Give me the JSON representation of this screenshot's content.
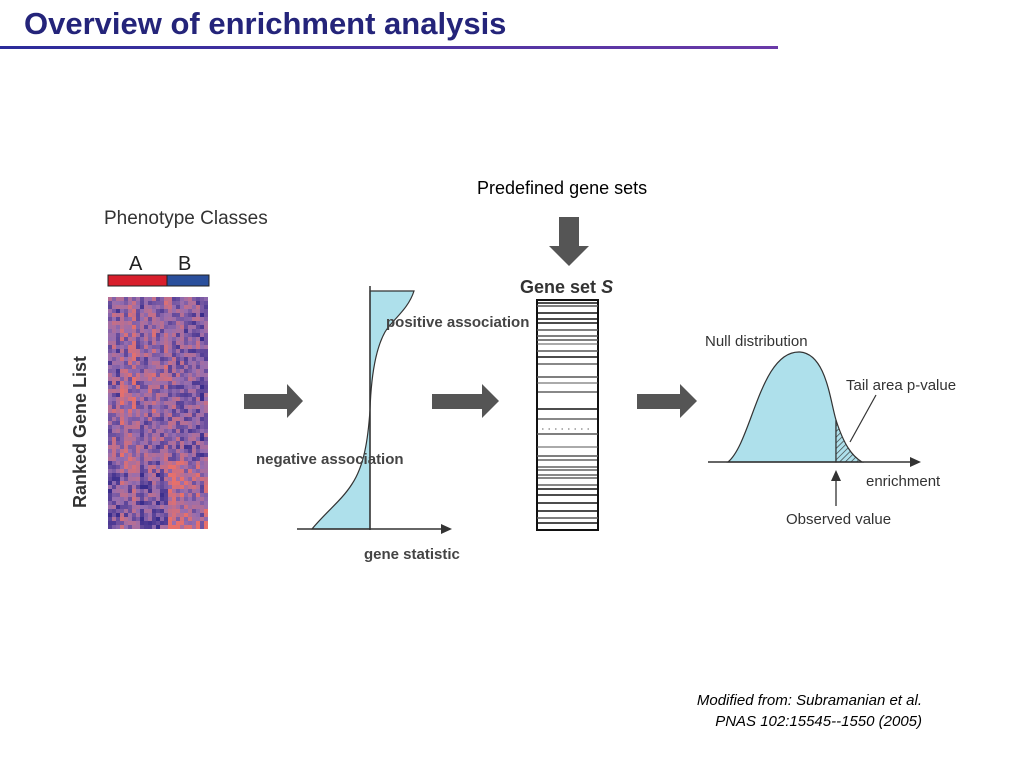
{
  "slide": {
    "title": "Overview of enrichment analysis",
    "predefined_label": "Predefined gene sets",
    "phenotype_label": "Phenotype Classes",
    "class_a_label": "A",
    "class_b_label": "B",
    "ranked_list_label": "Ranked Gene List",
    "positive_association_label": "positive association",
    "negative_association_label": "negative association",
    "gene_statistic_label": "gene statistic",
    "gene_set_label": "Gene set",
    "gene_set_symbol": "S",
    "null_distribution_label": "Null distribution",
    "tail_area_label": "Tail area p-value",
    "enrichment_label": "enrichment",
    "observed_value_label": "Observed value",
    "citation_line1": "Modified from: Subramanian et al.",
    "citation_line2": "PNAS 102:15545--1550 (2005)"
  },
  "colors": {
    "title": "#24247a",
    "class_a": "#d81e2c",
    "class_b": "#2a4f9c",
    "arrow": "#555555",
    "curve_fill": "#aee0eb",
    "heatmap_low": "#3a2d8c",
    "heatmap_high": "#e8706a"
  }
}
